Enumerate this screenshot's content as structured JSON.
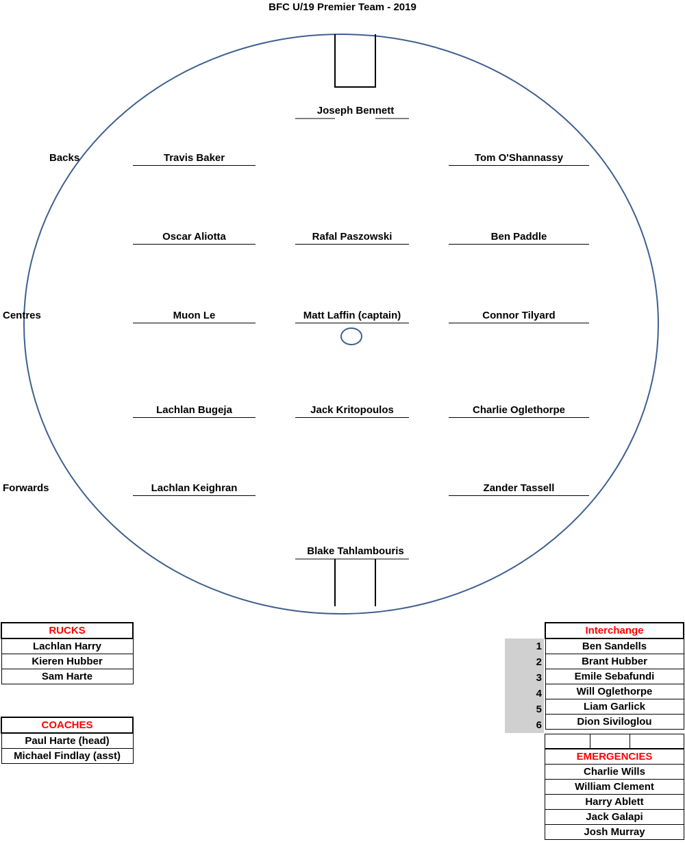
{
  "title": "BFC U/19 Premier Team - 2019",
  "line_labels": {
    "backs": "Backs",
    "centres": "Centres",
    "forwards": "Forwards"
  },
  "full_back": "Joseph Bennett",
  "full_forward": "Blake Tahlambouris",
  "positions": {
    "back_pocket_left": "Travis Baker",
    "back_pocket_right": "Tom O'Shannassy",
    "half_back_left": "Oscar Aliotta",
    "centre_half_back": "Rafal Paszowski",
    "half_back_right": "Ben Paddle",
    "wing_left": "Muon Le",
    "centre": "Matt Laffin (captain)",
    "wing_right": "Connor Tilyard",
    "half_forward_left": "Lachlan Bugeja",
    "centre_half_forward": "Jack Kritopoulos",
    "half_forward_right": "Charlie Oglethorpe",
    "forward_pocket_left": "Lachlan Keighran",
    "forward_pocket_right": "Zander Tassell"
  },
  "rucks": {
    "heading": "RUCKS",
    "players": [
      "Lachlan Harry",
      "Kieren Hubber",
      "Sam Harte"
    ]
  },
  "coaches": {
    "heading": "COACHES",
    "names": [
      "Paul Harte (head)",
      "Michael Findlay (asst)"
    ]
  },
  "interchange": {
    "heading": "Interchange",
    "players": [
      {
        "num": "1",
        "name": "Ben Sandells"
      },
      {
        "num": "2",
        "name": "Brant Hubber"
      },
      {
        "num": "3",
        "name": "Emile Sebafundi"
      },
      {
        "num": "4",
        "name": "Will Oglethorpe"
      },
      {
        "num": "5",
        "name": "Liam Garlick"
      },
      {
        "num": "6",
        "name": "Dion Siviloglou"
      }
    ]
  },
  "emergencies": {
    "heading": "EMERGENCIES",
    "players": [
      "Charlie Wills",
      "William Clement",
      "Harry Ablett",
      "Jack Galapi",
      "Josh Murray"
    ]
  },
  "colors": {
    "field_line": "#3d5f8f",
    "heading_red": "#ff0000",
    "number_bg": "#d0d0d0"
  }
}
